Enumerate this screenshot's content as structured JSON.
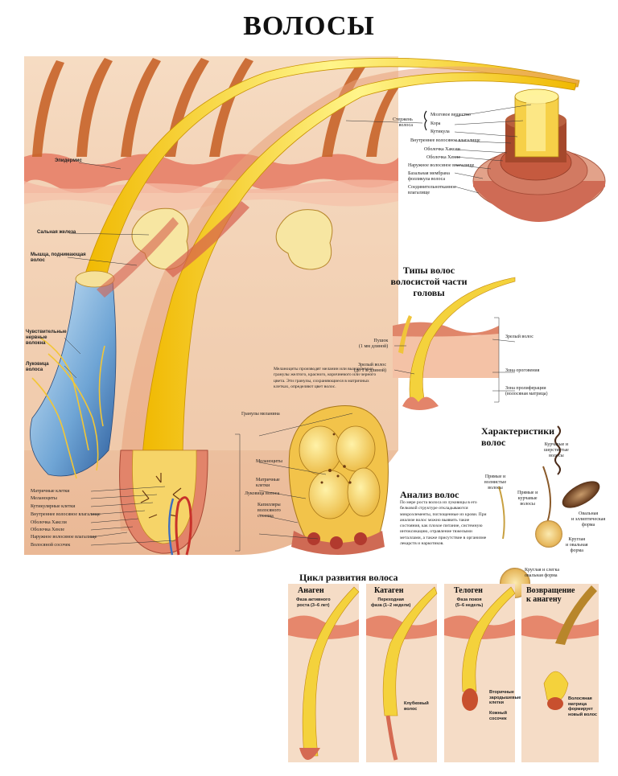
{
  "title": "ВОЛОСЫ",
  "left_labels": {
    "epidermis": "Эпидермис",
    "sebaceous_gland": "Сальная железа",
    "arrector_muscle": "Мышца, поднимающая\nволос",
    "sensory_nerves": "Чувствительные\nнервные\nволокна",
    "hair_bulb": "Луковица\nволоса"
  },
  "bulb_labels": [
    "Матричные клетки",
    "Меланоциты",
    "Кутикулярные клетки",
    "Внутреннее волосяное влагалище",
    "Оболочка Хаксли",
    "Оболочка Хенле",
    "Наружное волосяное влагалище",
    "Волосяной сосочек"
  ],
  "cross_section": {
    "shaft": "Стержень\nволоса",
    "labels": [
      "Мозговое вещество",
      "Кора",
      "Кутикула",
      "Внутреннее волосяное влагалище",
      "Оболочка Хаксли",
      "Оболочка Хенле",
      "Наружное волосяное влагалище",
      "Базальная мембрана\nфолликула волоса",
      "Соединительнотканное\nвлагалище"
    ]
  },
  "types": {
    "heading": "Типы волос\nволосистой части\nголовы",
    "vellus": "Пушок\n(1 мм длиной)",
    "terminal_small": "Зрелый волос\n(до 1 м длиной)",
    "terminal": "Зрелый волос",
    "keratin_zone": "Зона ороговения",
    "proliferation_zone": "Зона пролиферации\n(волосяная матрица)"
  },
  "melanin_text": "Меланоциты производят меланин или выжимаемые гранулы желтого, красного, коричневого или черного цвета. Эти гранулы, сохраняющиеся в матричных клетках, определяют цвет волос.",
  "detail": {
    "granules": "Гранулы меланина",
    "melanocytes": "Меланоциты",
    "matrix": "Матричные\nклетки",
    "bulb": "Луковица волоса",
    "capillaries": "Капилляры\nволосяного\nсосочка"
  },
  "analysis": {
    "heading": "Анализ волос",
    "text": "По мере роста волоса из луковицы в его белковой структуре откладываются микроэлементы, поглощенные из крови. При анализе волос можно выявить такие состояния, как плохое питание, системную интоксикацию, отравление тяжелыми металлами, а также присутствие в организме лекарств и наркотиков."
  },
  "characteristics": {
    "heading": "Характеристики\nволос",
    "curly": "Курчавые и\nшерстистые\nволосы",
    "straight": "Прямые и\nволнистые\nволосы",
    "wavy": "Прямые и\nкурчавые\nволосы",
    "oval_ellipse": "Овальная\nи эллиптическая\nформа",
    "round_oval": "Круглая\nи овальная\nформа",
    "round_slightly_oval": "Круглая и слегка\nовальная форма"
  },
  "cycle": {
    "heading": "Цикл развития волоса",
    "phases": [
      {
        "name": "Анаген",
        "desc": "Фаза активного\nроста (3–6 лет)"
      },
      {
        "name": "Катаген",
        "desc": "Переходная\nфаза (1–2 недели)"
      },
      {
        "name": "Телоген",
        "desc": "Фаза покоя\n(5–6 недель)"
      },
      {
        "name": "Возвращение\nк анагену",
        "desc": ""
      }
    ],
    "club_hair": "Клубковый\nволос",
    "secondary_germ": "Вторичные\nзародышевые\nклетки",
    "papilla": "Кожный\nсосочек",
    "new_matrix": "Волосяная\nматрица\nформирует\nновый волос"
  },
  "colors": {
    "skin": "#e8866a",
    "dermis": "#f2c9a8",
    "hair": "#f4d23c",
    "hair_light": "#fff27a",
    "bulb_blue": "#8ab7de",
    "blood": "#c8322a",
    "muscle": "#d6604f",
    "gland": "#f8e7a6"
  }
}
